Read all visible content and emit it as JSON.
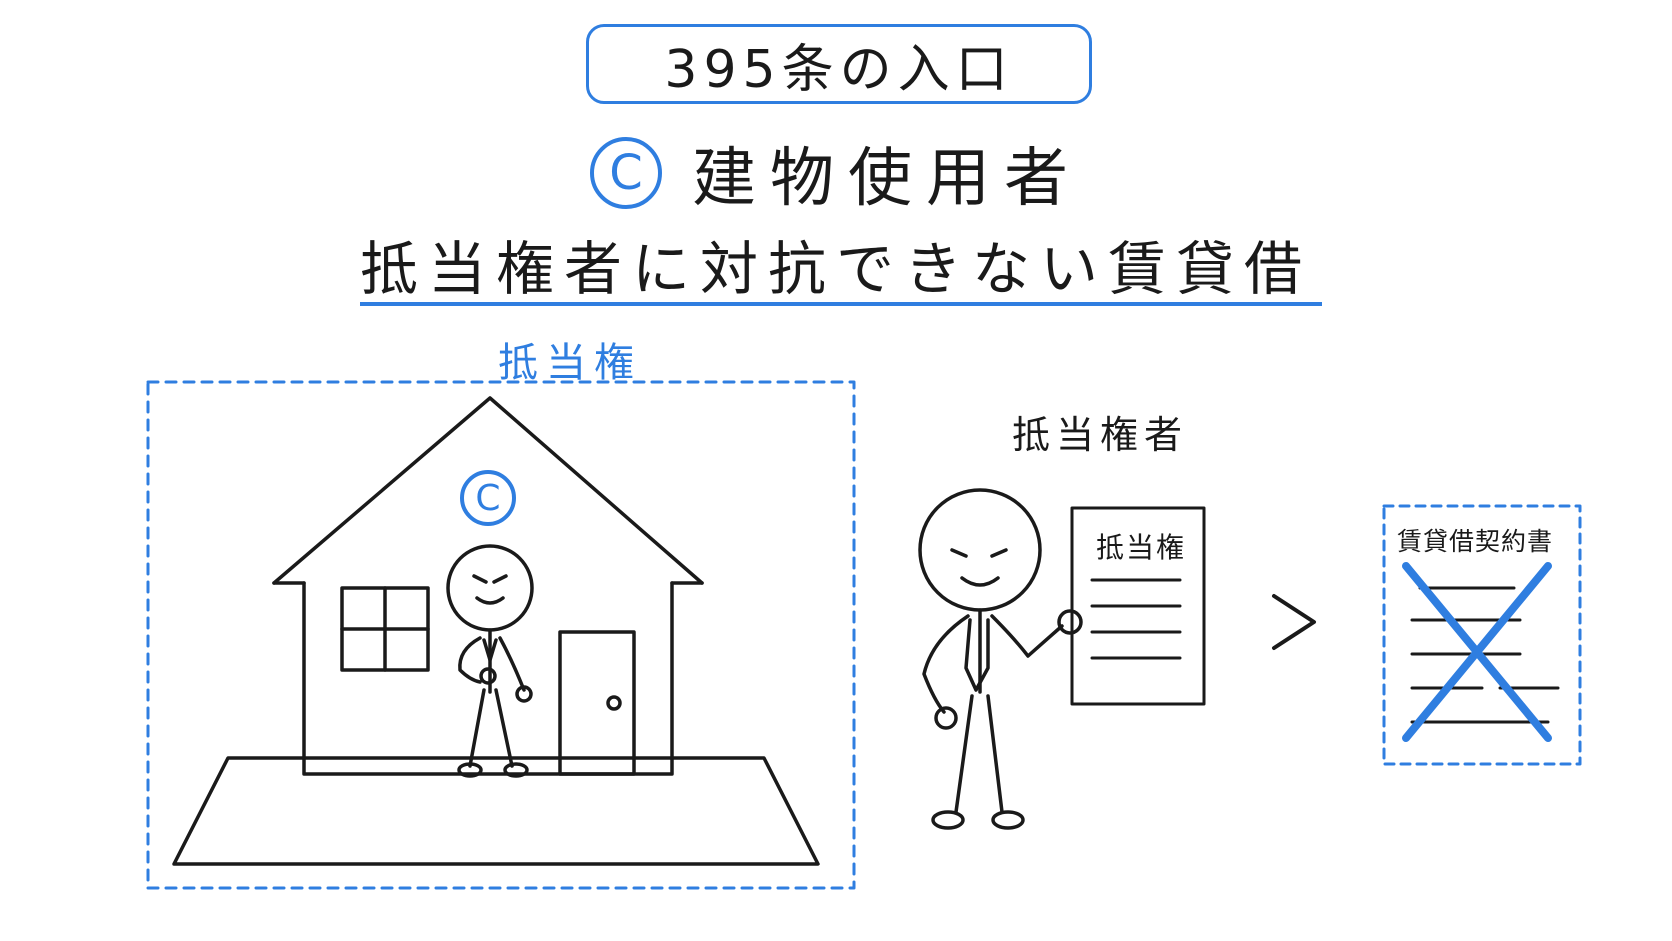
{
  "header": {
    "title": "395条の入口",
    "subtitle_mark": "C",
    "subtitle": "建物使用者",
    "headline": "抵当権者に対抗できない賃貸借"
  },
  "diagram": {
    "mortgage_area_label": "抵当権",
    "resident_mark": "C",
    "mortgagee_label": "抵当権者",
    "document_label": "抵当権",
    "comparison_symbol": ">",
    "lease_contract_label": "賃貸借契約書"
  },
  "colors": {
    "accent": "#2f7ee0",
    "ink": "#1a1a1a",
    "background": "#ffffff"
  },
  "icons": [
    "house-icon",
    "stick-figure-icon",
    "document-icon",
    "cross-mark-icon"
  ]
}
